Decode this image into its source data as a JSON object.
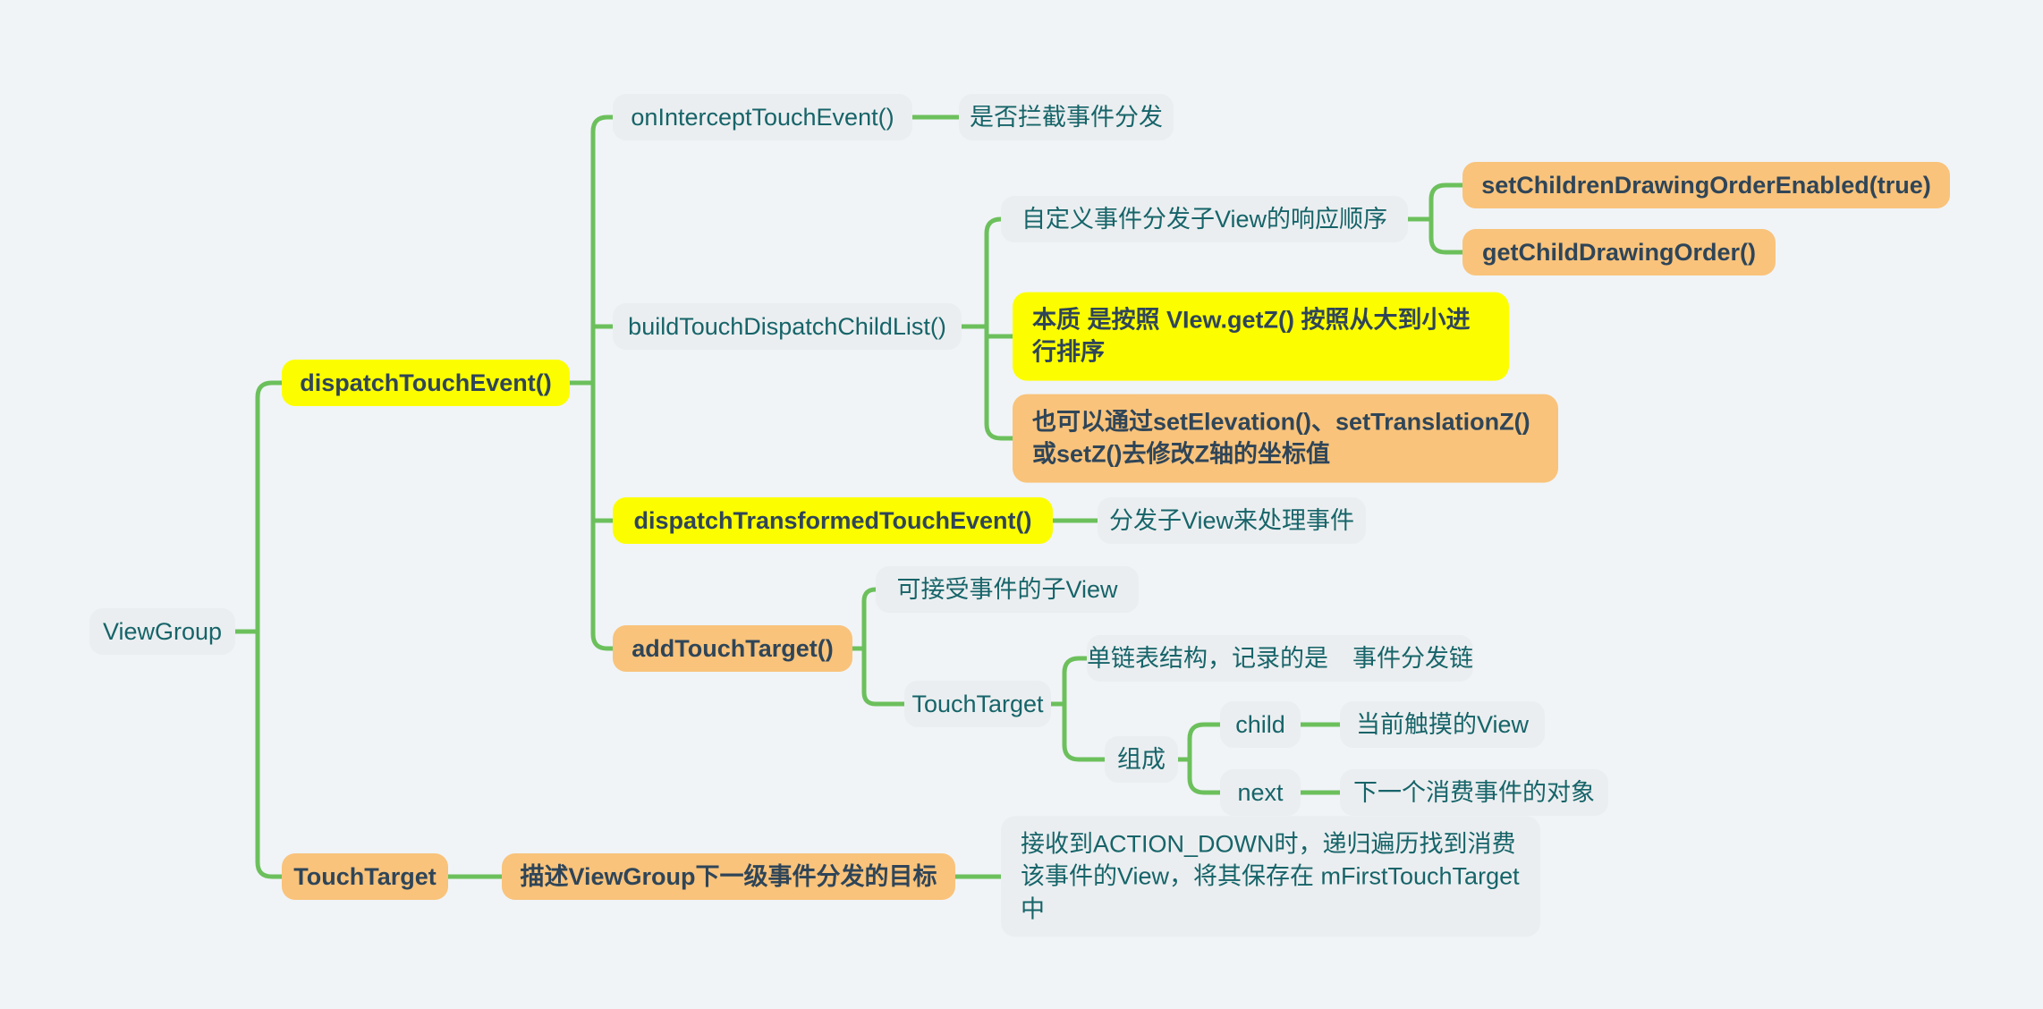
{
  "diagram": {
    "type": "mindmap",
    "palette": {
      "background": "#f0f4f7",
      "node_background": "#ebeef0",
      "node_text": "#166469",
      "accent_text": "#2f4558",
      "highlight_yellow": "#fcfe00",
      "highlight_orange": "#f9c37b",
      "connector_green": "#6cc05c"
    }
  },
  "root": {
    "label": "ViewGroup",
    "children": [
      {
        "label": "dispatchTouchEvent()",
        "children": [
          {
            "label": "onInterceptTouchEvent()",
            "children": [
              {
                "label": "是否拦截事件分发"
              }
            ]
          },
          {
            "label": "buildTouchDispatchChildList()",
            "children": [
              {
                "label": "自定义事件分发子View的响应顺序",
                "children": [
                  {
                    "label": "setChildrenDrawingOrderEnabled(true)"
                  },
                  {
                    "label": "getChildDrawingOrder()"
                  }
                ]
              },
              {
                "label": "本质 是按照 VIew.getZ() 按照从大到小进行排序"
              },
              {
                "label": "也可以通过setElevation()、setTranslationZ()或setZ()去修改Z轴的坐标值"
              }
            ]
          },
          {
            "label": "dispatchTransformedTouchEvent()",
            "children": [
              {
                "label": "分发子View来处理事件"
              }
            ]
          },
          {
            "label": "addTouchTarget()",
            "children": [
              {
                "label": "可接受事件的子View"
              },
              {
                "label": "TouchTarget",
                "children": [
                  {
                    "label": "单链表结构，记录的是　事件分发链"
                  },
                  {
                    "label": "组成",
                    "children": [
                      {
                        "label": "child",
                        "children": [
                          {
                            "label": "当前触摸的View"
                          }
                        ]
                      },
                      {
                        "label": "next",
                        "children": [
                          {
                            "label": "下一个消费事件的对象"
                          }
                        ]
                      }
                    ]
                  }
                ]
              }
            ]
          }
        ]
      },
      {
        "label": "TouchTarget",
        "children": [
          {
            "label": "描述ViewGroup下一级事件分发的目标",
            "children": [
              {
                "label": "接收到ACTION_DOWN时，递归遍历找到消费该事件的View，将其保存在 mFirstTouchTarget中"
              }
            ]
          }
        ]
      }
    ]
  }
}
